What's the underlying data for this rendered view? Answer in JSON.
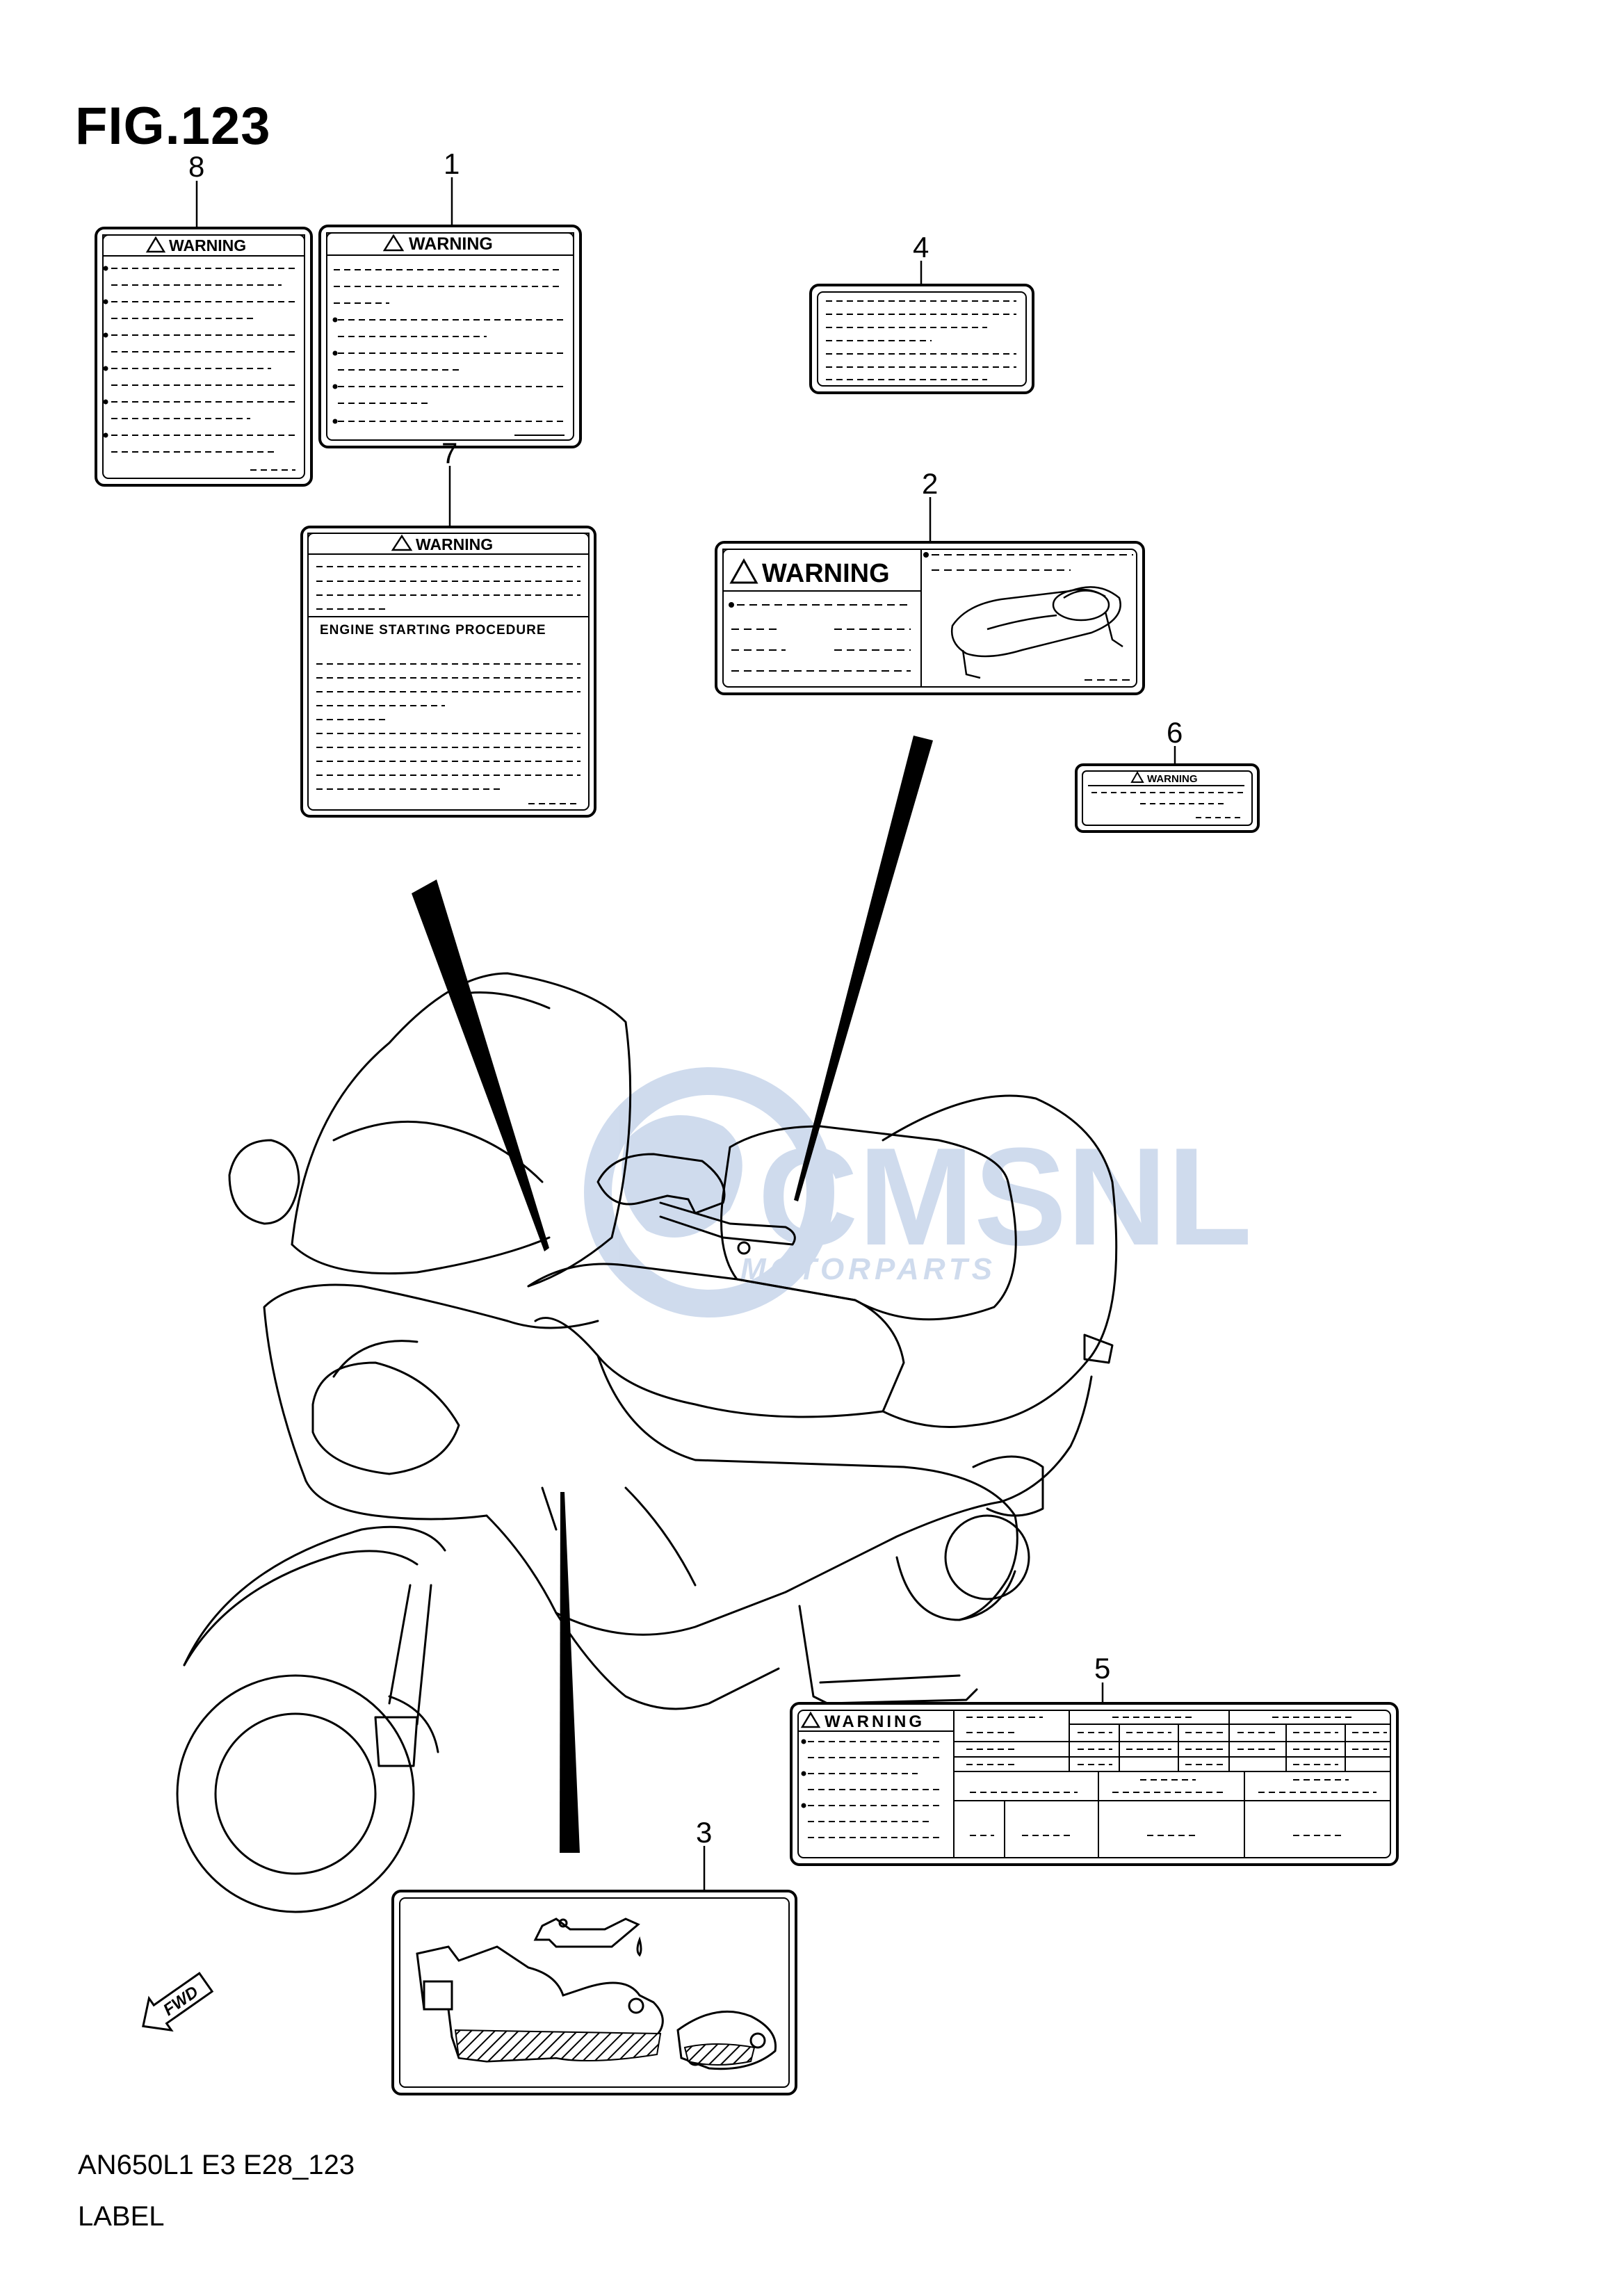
{
  "figure": {
    "title": "FIG.123",
    "code": "AN650L1 E3 E28_123",
    "caption": "LABEL"
  },
  "labels": [
    {
      "id": "1",
      "header": "WARNING"
    },
    {
      "id": "2",
      "header": "WARNING"
    },
    {
      "id": "3",
      "header": ""
    },
    {
      "id": "4",
      "header": ""
    },
    {
      "id": "5",
      "header": "WARNING"
    },
    {
      "id": "6",
      "header": "WARNING"
    },
    {
      "id": "7",
      "header": "WARNING",
      "procedure_title": "ENGINE STARTING PROCEDURE"
    },
    {
      "id": "8",
      "header": "WARNING"
    }
  ],
  "orientation": {
    "arrow_text": "FWD"
  },
  "watermark": {
    "brand": "CMSNL",
    "sub": "MOTORPARTS"
  },
  "colors": {
    "line": "#000000",
    "watermark": "#a9bfe0"
  }
}
